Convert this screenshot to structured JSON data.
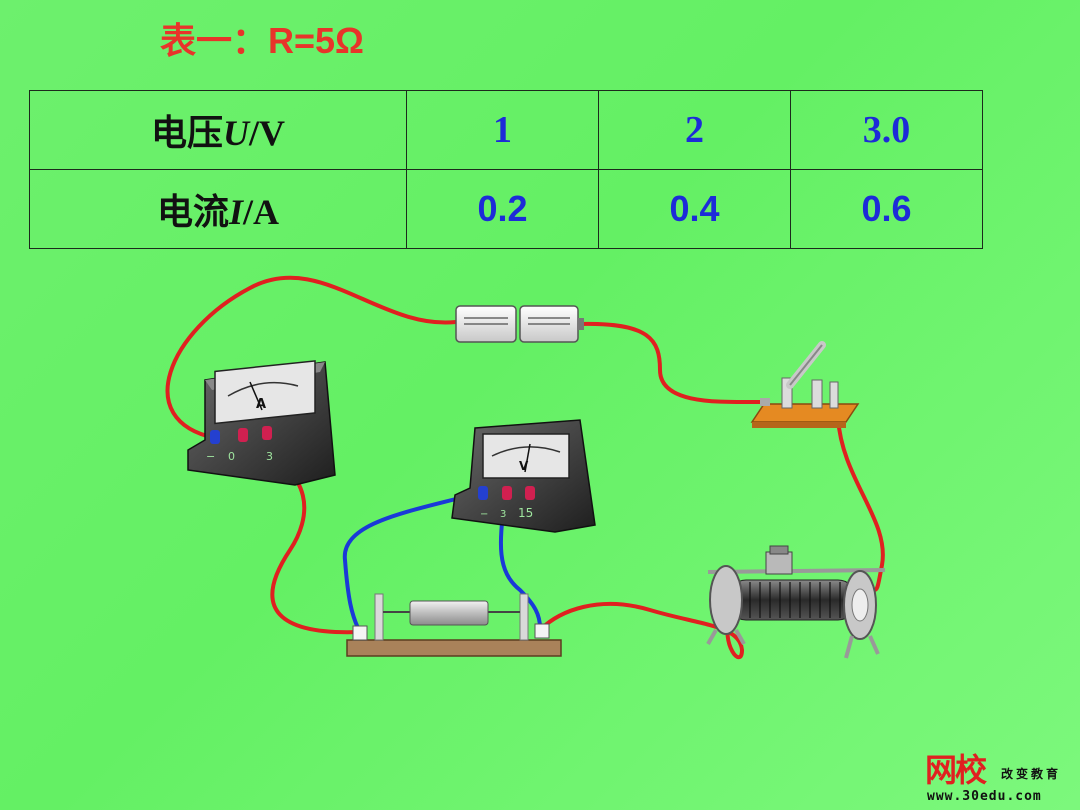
{
  "title": "表一：R=5Ω",
  "table": {
    "rows": [
      {
        "name_prefix": "电压",
        "symbol": "U",
        "unit": "/V",
        "values": [
          "1",
          "2",
          "3.0"
        ]
      },
      {
        "name_prefix": "电流",
        "symbol": "I",
        "unit": "/A",
        "values": [
          "0.2",
          "0.4",
          "0.6"
        ]
      }
    ]
  },
  "circuit": {
    "ammeter": {
      "letter": "A",
      "terminals": [
        "−",
        "0",
        "3"
      ]
    },
    "voltmeter": {
      "letter": "V",
      "terminals": [
        "−",
        "3",
        "15"
      ]
    }
  },
  "logo": {
    "name": "网校",
    "slogan": "改变教育",
    "url": "www.30edu.com"
  },
  "colors": {
    "title": "#e8342a",
    "values": "#1d2bd8",
    "wire_red": "#e02020",
    "wire_blue": "#1a3ad8"
  }
}
